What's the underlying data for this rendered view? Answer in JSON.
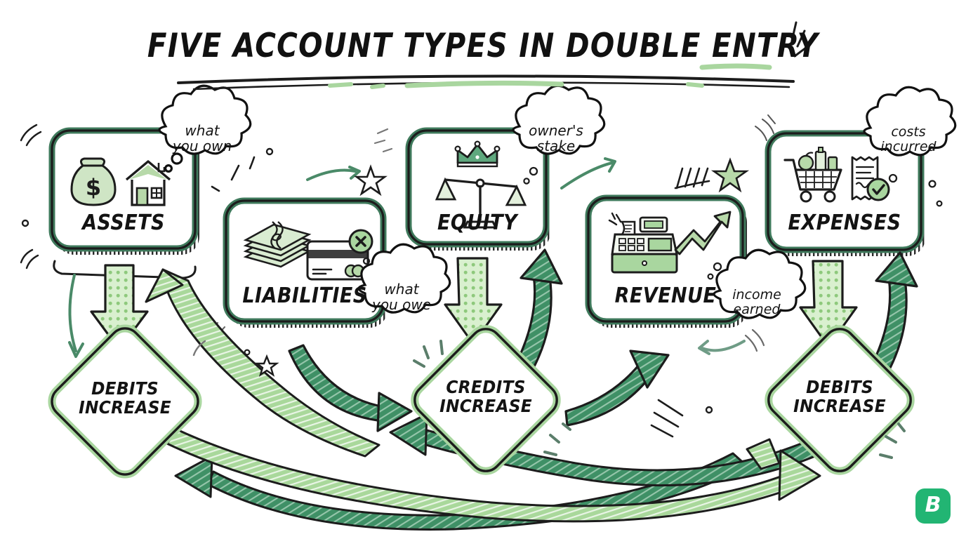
{
  "header": {
    "title": "FIVE ACCOUNT TYPES IN DOUBLE ENTRY"
  },
  "colors": {
    "card_border_dark": "#3f7a5c",
    "card_border_mid": "#5d9a79",
    "diamond_border": "#a9d69f",
    "arrow_dark_green": "#3d8f63",
    "arrow_light_green": "#a8d79c",
    "dotted_fill": "#b9e0a8",
    "ink": "#141414",
    "logo_green": "#22b573"
  },
  "cards": [
    {
      "id": "assets",
      "label": "ASSETS",
      "bubble": "what you own",
      "bubble_lines": [
        "what",
        "you own"
      ],
      "icons": [
        "money-bag-icon",
        "house-icon"
      ]
    },
    {
      "id": "liabilities",
      "label": "LIABILITIES",
      "bubble": "what you owe",
      "bubble_lines": [
        "what",
        "you owe"
      ],
      "icons": [
        "cash-stack-icon",
        "credit-card-x-icon"
      ]
    },
    {
      "id": "equity",
      "label": "EQUITY",
      "bubble": "owner's stake",
      "bubble_lines": [
        "owner's",
        "stake"
      ],
      "icons": [
        "crown-icon",
        "balance-scale-icon"
      ]
    },
    {
      "id": "revenue",
      "label": "REVENUE",
      "bubble": "income earned",
      "bubble_lines": [
        "income",
        "earned"
      ],
      "icons": [
        "cash-register-icon",
        "growth-arrow-icon"
      ]
    },
    {
      "id": "expenses",
      "label": "EXPENSES",
      "bubble": "costs incurred",
      "bubble_lines": [
        "costs",
        "incurred"
      ],
      "icons": [
        "shopping-cart-icon",
        "receipt-check-icon"
      ]
    }
  ],
  "outcomes": [
    {
      "id": "debits-left",
      "lines": [
        "DEBITS",
        "INCREASE"
      ],
      "text": "DEBITS INCREASE"
    },
    {
      "id": "credits-mid",
      "lines": [
        "CREDITS",
        "INCREASE"
      ],
      "text": "CREDITS INCREASE"
    },
    {
      "id": "debits-right",
      "lines": [
        "DEBITS",
        "INCREASE"
      ],
      "text": "DEBITS INCREASE"
    }
  ],
  "logo": {
    "letter": "B"
  }
}
